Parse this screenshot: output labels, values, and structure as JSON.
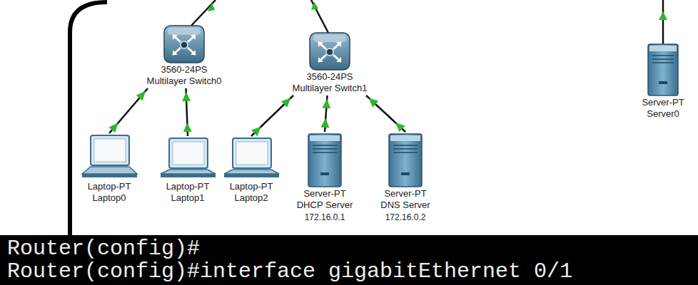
{
  "diagram": {
    "nodes": [
      {
        "text": [
          "3560-24PS Multilayer Switch0"
        ]
      },
      {
        "text": [
          "3560-24PS Multilayer Switch1"
        ]
      },
      {
        "text": [
          "Server-PT Server0"
        ]
      },
      {
        "text": [
          "Laptop-PT Laptop0"
        ]
      },
      {
        "text": [
          "Laptop-PT Laptop1"
        ]
      },
      {
        "text": [
          "Laptop-PT Laptop2"
        ]
      },
      {
        "text": [
          "Server-PT DHCP Server",
          "172.16.0.1"
        ]
      },
      {
        "text": [
          "Server-PT DNS Server",
          "172.16.0.2"
        ]
      },
      {
        "text": [
          "Router(config)#",
          "Router(config)#interface gigabitEthernet 0/1"
        ]
      }
    ],
    "edges": [
      {
        "from": 0,
        "to": 3,
        "arrow": "none"
      },
      {
        "from": 0,
        "to": 4,
        "arrow": "none"
      },
      {
        "from": 1,
        "to": 5,
        "arrow": "none"
      },
      {
        "from": 1,
        "to": 6,
        "arrow": "none"
      },
      {
        "from": 1,
        "to": 7,
        "arrow": "none"
      }
    ]
  }
}
